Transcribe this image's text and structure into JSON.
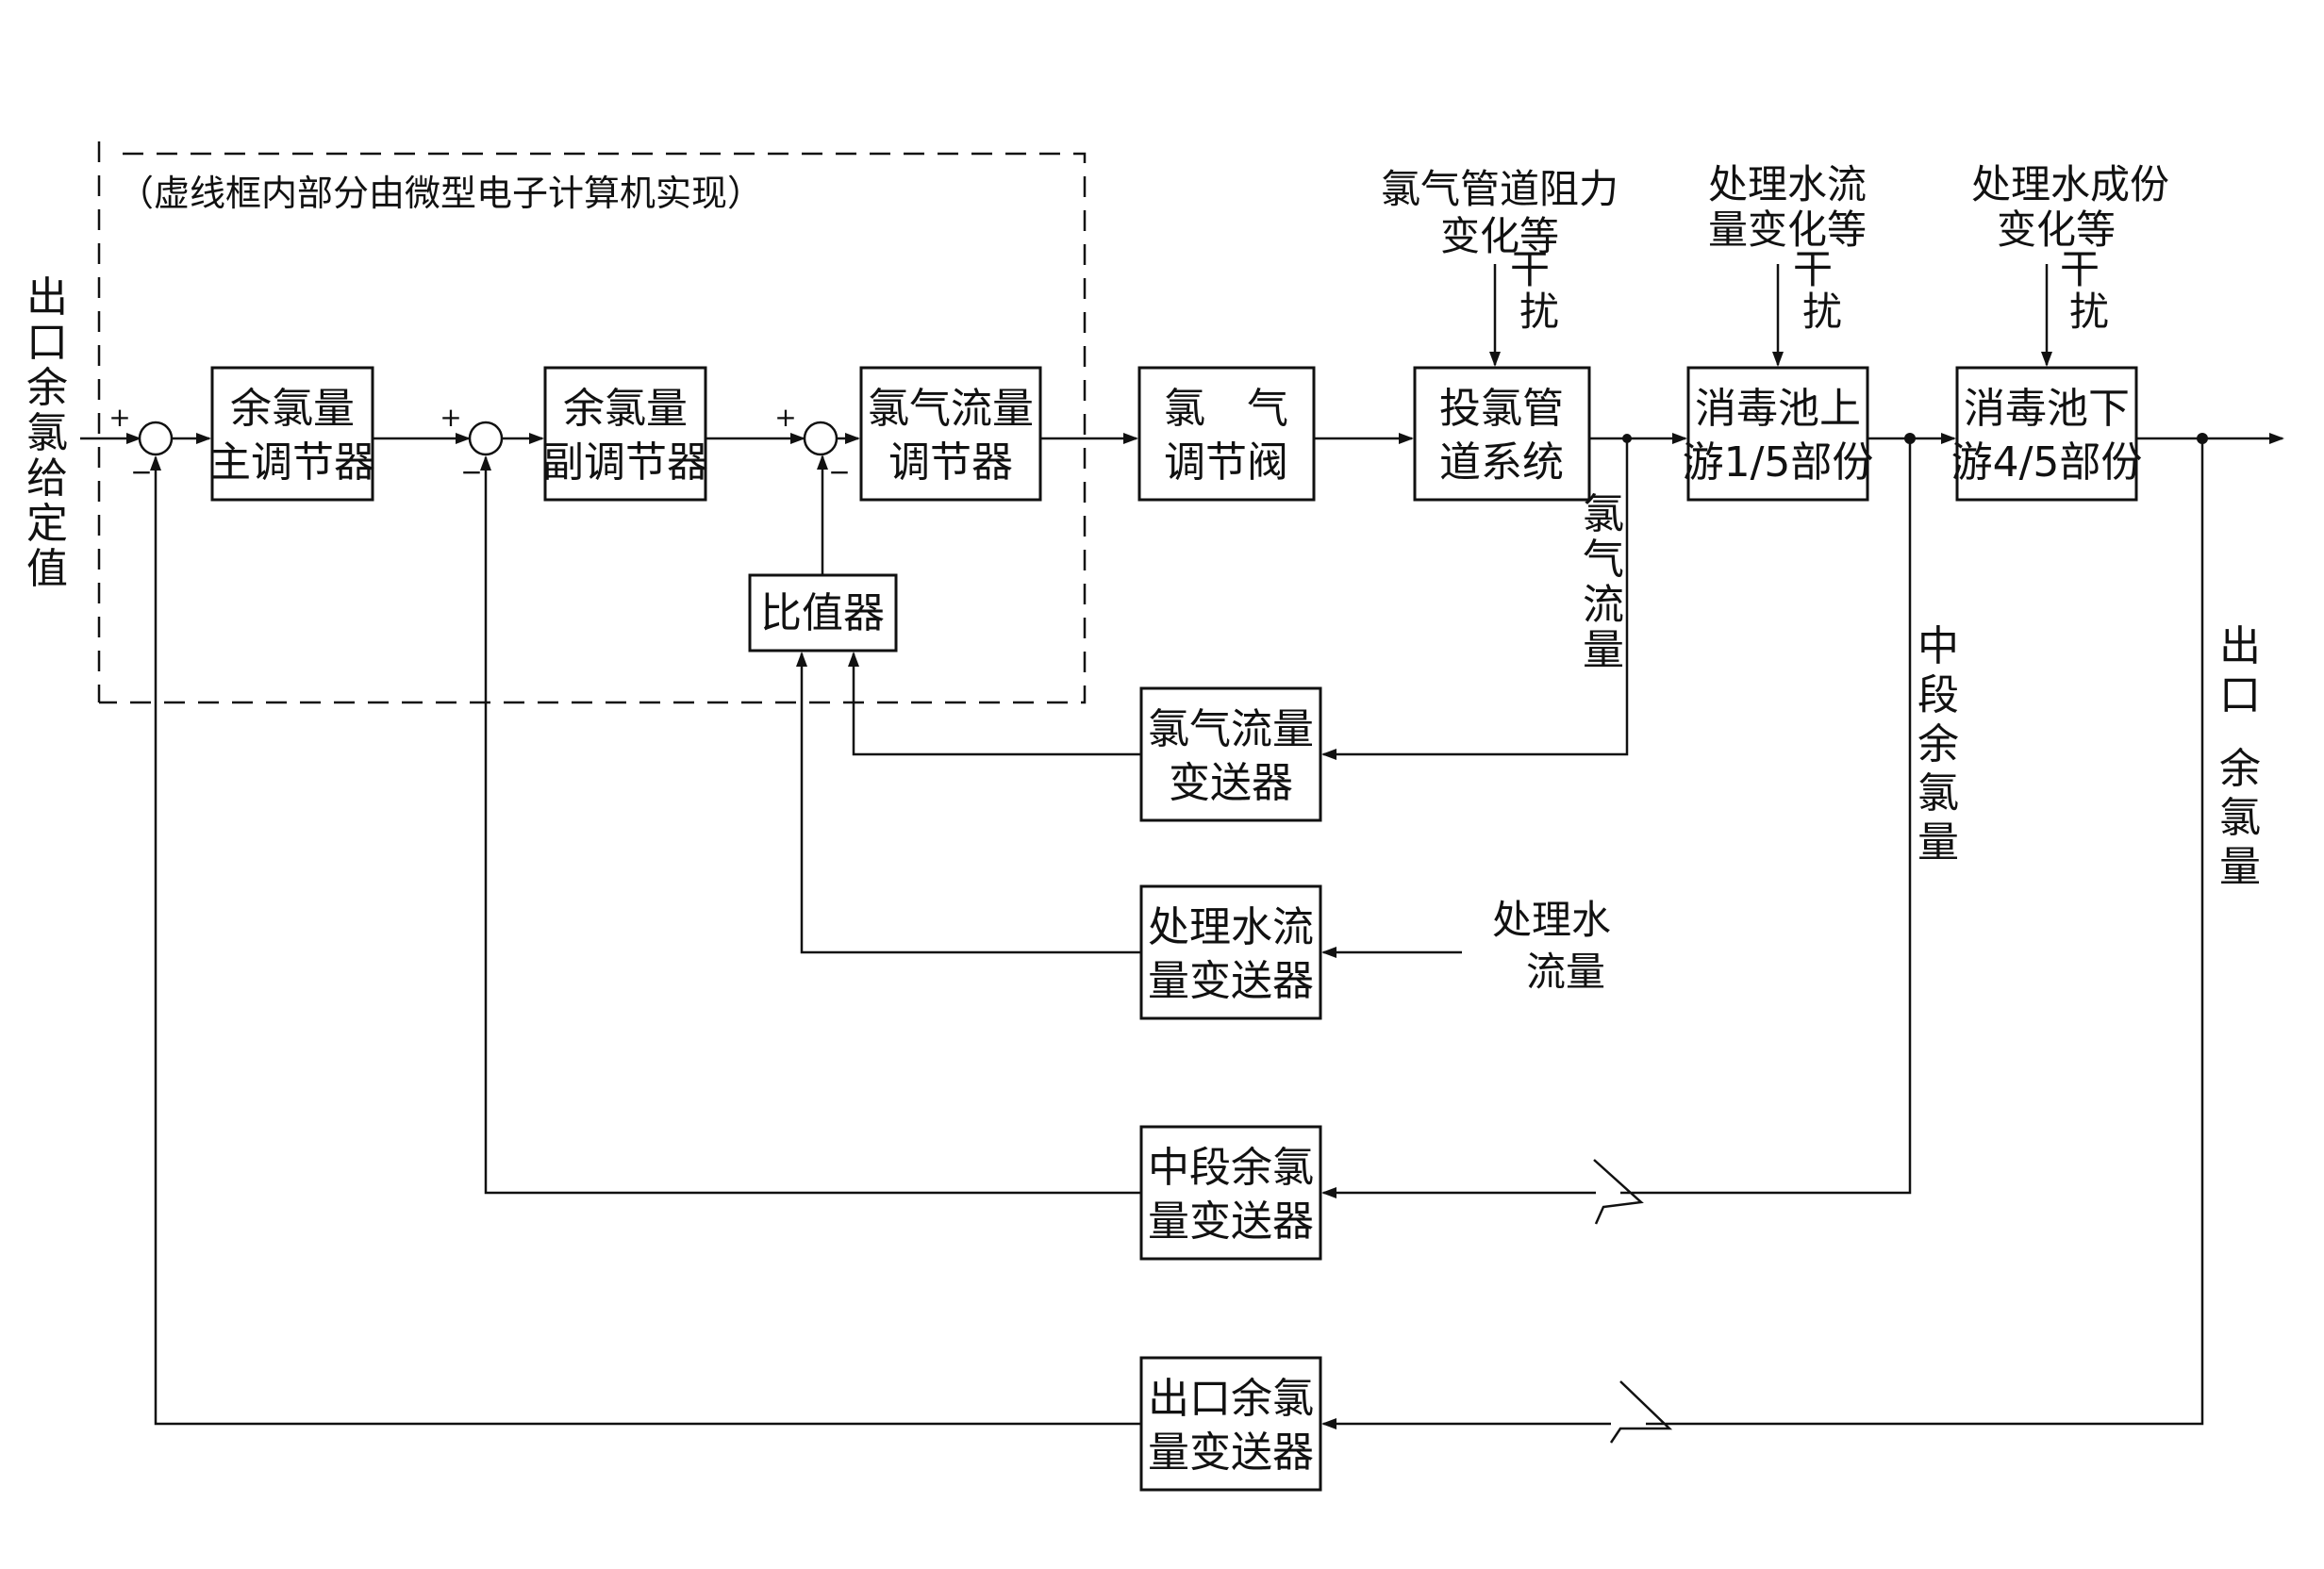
{
  "computer_region_label": "（虚线框内部分由微型电子计算机实现）",
  "setpoint_label": "出口余氯给定值",
  "blocks": {
    "main_regulator": [
      "余氯量",
      "主调节器"
    ],
    "secondary_regulator": [
      "余氯量",
      "副调节器"
    ],
    "chlorine_flow_regulator": [
      "氯气流量",
      "调节器"
    ],
    "ratio_unit": [
      "比值器"
    ],
    "chlorine_valve": [
      "氯　气",
      "调节阀"
    ],
    "dosing_pipe": [
      "投氯管",
      "道系统"
    ],
    "tank_upstream": [
      "消毒池上",
      "游1/5部份"
    ],
    "tank_downstream": [
      "消毒池下",
      "游4/5部份"
    ],
    "chlorine_flow_transmitter": [
      "氯气流量",
      "变送器"
    ],
    "water_flow_transmitter": [
      "处理水流",
      "量变送器"
    ],
    "mid_residual_transmitter": [
      "中段余氯",
      "量变送器"
    ],
    "outlet_residual_transmitter": [
      "出口余氯",
      "量变送器"
    ]
  },
  "disturbances": {
    "pipe": [
      "氯气管道阻力",
      "变化等",
      "干",
      "扰"
    ],
    "tank_up": [
      "处理水流",
      "量变化等",
      "干",
      "扰"
    ],
    "tank_down": [
      "处理水成份",
      "变化等",
      "干",
      "扰"
    ]
  },
  "signals": {
    "chlorine_flow": "氯气流量",
    "water_flow": [
      "处理水",
      "流量"
    ],
    "mid_residual": "中段余氯量",
    "outlet_residual": "出口余氯量"
  },
  "signs": {
    "plus": "+",
    "minus": "−"
  }
}
